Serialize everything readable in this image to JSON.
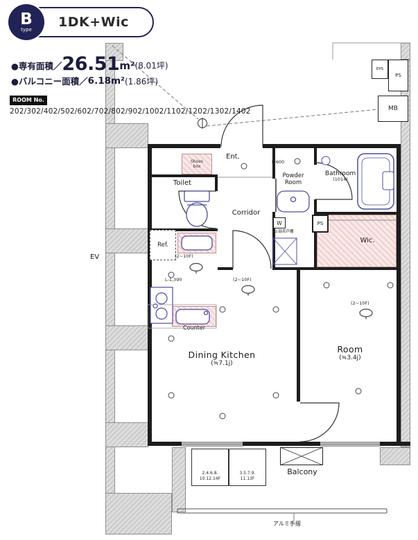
{
  "header": {
    "type_letter": "B",
    "type_word": "type",
    "plan_name": "1DK+Wic",
    "area_label": "●専有面積／",
    "area_value": "26.51",
    "area_unit": "m²",
    "area_tsubo": "(8.01坪)",
    "balcony_label": "●バルコニー面積／",
    "balcony_value": "6.18m²",
    "balcony_tsubo": "(1.86坪)",
    "room_no_label": "ROOM No.",
    "room_numbers": "202/302/402/502/602/702/802/902/1002/1102/1202/1302/1402"
  },
  "plan": {
    "ent": "Ent.",
    "shoes_box_1": "Shoes",
    "shoes_box_2": "box",
    "toilet": "Toilet",
    "corridor": "Corridor",
    "powder_1": "Powder",
    "powder_2": "Room",
    "bathroom": "Bathroom",
    "bathroom_size": "(1014)",
    "wic": "Wic.",
    "ref": "Ref.",
    "counter": "Counter",
    "dining_kitchen": "Dining Kitchen",
    "dk_size": "(≒7.1j)",
    "room": "Room",
    "room_size": "(≒3.4j)",
    "balcony": "Balcony",
    "ev": "EV",
    "mb": "MB",
    "eps": "EPS",
    "ps": "PS",
    "l600": "L-600",
    "l1390": "L-1,390",
    "floor_range": "(2~10F)",
    "cupboard": "上部吊戸棚",
    "handrail": "アルミ手摺",
    "w_mark": "W",
    "legend1_line1": "2.4.6.8.",
    "legend1_line2": "10.12.14F",
    "legend2_line1": "3.5.7.9.",
    "legend2_line2": "11.13F"
  },
  "colors": {
    "navy": "#232256",
    "pink": "#f5dada",
    "gray": "#d2d2d2",
    "fixture": "#4d4da0",
    "wall": "#1d1d1d"
  }
}
